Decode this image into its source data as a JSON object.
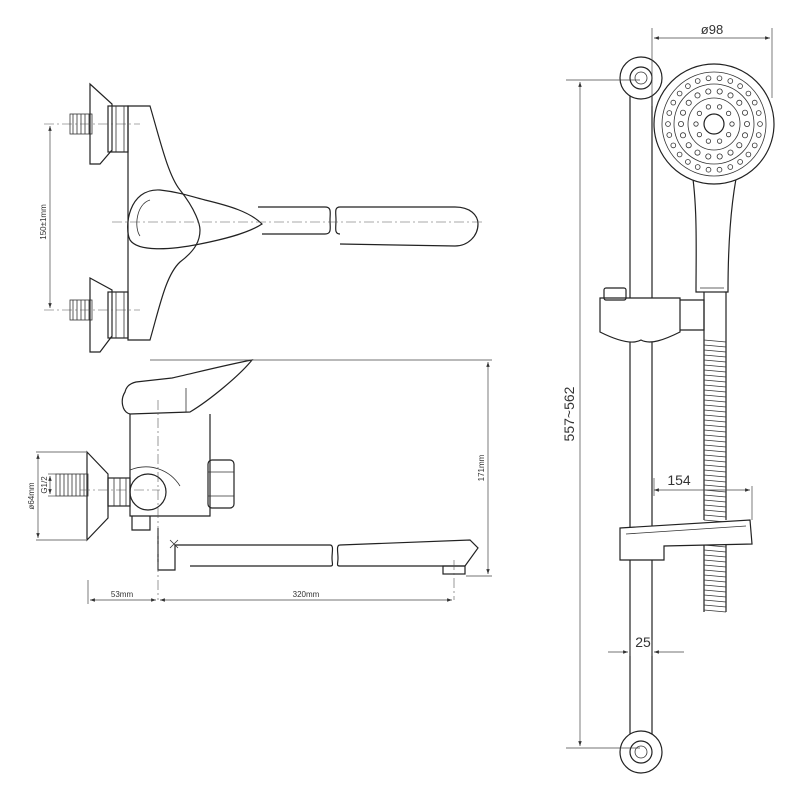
{
  "dimensions": {
    "inlet_spacing": "150±1mm",
    "height": "171mm",
    "flange_diameter": "ø64mm",
    "thread": "G1/2",
    "eccentric_offset": "53mm",
    "spout_length": "320mm",
    "head_diameter": "ø98",
    "rail_length": "557~562",
    "wall_distance": "154",
    "rail_diameter": "25"
  }
}
